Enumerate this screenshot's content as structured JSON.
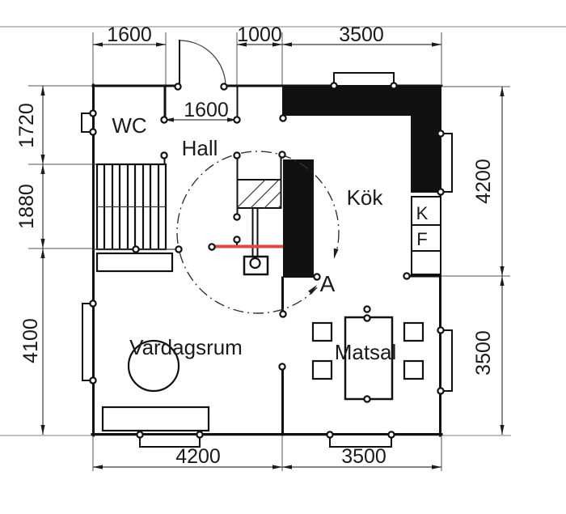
{
  "rooms": {
    "wc": "WC",
    "hall": "Hall",
    "kitchen": "Kök",
    "living": "Vardagsrum",
    "dining": "Matsal"
  },
  "appliances": {
    "fridge": "K",
    "freezer": "F"
  },
  "section": {
    "label": "A"
  },
  "dims": {
    "top_left": "1600",
    "top_mid": "1000",
    "top_right": "3500",
    "hall_opening": "1600",
    "left_top": "1720",
    "left_mid": "1880",
    "left_bottom": "4100",
    "right_top": "4200",
    "right_bottom": "3500",
    "bottom_left": "4200",
    "bottom_right": "3500"
  },
  "colors": {
    "wall": "#111111",
    "guide": "#9b9b9b",
    "section_line": "#d94b43"
  }
}
